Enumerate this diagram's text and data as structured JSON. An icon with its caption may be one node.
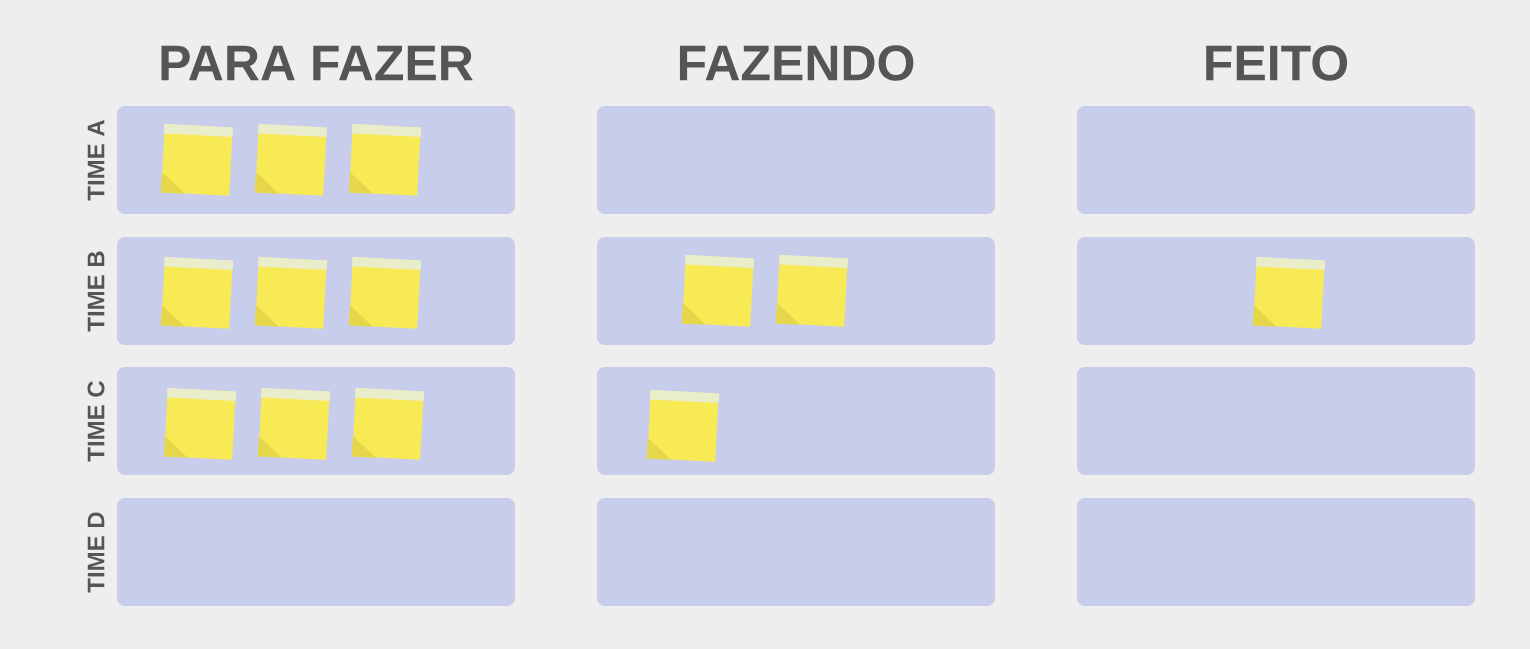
{
  "diagram": {
    "nodes": [
      {
        "text": [],
        "shape": "box"
      },
      {
        "text": [],
        "shape": "note",
        "in": 0
      },
      {
        "text": [],
        "shape": "note",
        "in": 0
      },
      {
        "text": [],
        "shape": "note",
        "in": 0
      },
      {
        "text": [],
        "shape": "box"
      },
      {
        "text": [],
        "shape": "box"
      },
      {
        "text": [],
        "shape": "box"
      },
      {
        "text": [],
        "shape": "note",
        "in": 6
      },
      {
        "text": [],
        "shape": "note",
        "in": 6
      },
      {
        "text": [],
        "shape": "note",
        "in": 6
      },
      {
        "text": [],
        "shape": "box"
      },
      {
        "text": [],
        "shape": "note",
        "in": 10
      },
      {
        "text": [],
        "shape": "note",
        "in": 10
      },
      {
        "text": [],
        "shape": "box"
      },
      {
        "text": [],
        "shape": "note",
        "in": 13
      },
      {
        "text": [],
        "shape": "box"
      },
      {
        "text": [],
        "shape": "note",
        "in": 15
      },
      {
        "text": [],
        "shape": "note",
        "in": 15
      },
      {
        "text": [],
        "shape": "note",
        "in": 15
      },
      {
        "text": [],
        "shape": "box"
      },
      {
        "text": [],
        "shape": "note",
        "in": 19
      },
      {
        "text": [],
        "shape": "box"
      },
      {
        "text": [],
        "shape": "box"
      },
      {
        "text": [],
        "shape": "box"
      },
      {
        "text": [],
        "shape": "box"
      }
    ],
    "labels": [
      "PARA FAZER",
      "FAZENDO",
      "FEITO",
      "TIME A",
      "TIME B",
      "TIME C",
      "TIME D"
    ]
  }
}
